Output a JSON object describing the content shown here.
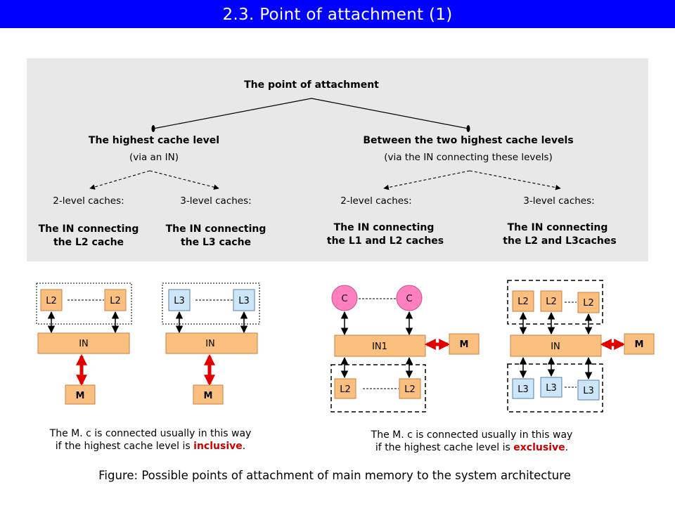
{
  "title": "2.3.  Point of attachment (1)",
  "tree": {
    "root": "The point of attachment",
    "left_heading": "The highest cache level",
    "left_sub": "(via an IN)",
    "right_heading": "Between the two highest cache levels",
    "right_sub": "(via the IN connecting these levels)",
    "leaf1_label": "2-level  caches:",
    "leaf1_line1": "The IN connecting",
    "leaf1_line2": "the L2 cache",
    "leaf2_label": "3-level caches:",
    "leaf2_line1": "The IN connecting",
    "leaf2_line2": "the L3 cache",
    "leaf3_label": "2-level caches:",
    "leaf3_line1": "The IN connecting",
    "leaf3_line2": "the L1 and L2 caches",
    "leaf4_label": "3-level caches:",
    "leaf4_line1": "The IN connecting",
    "leaf4_line2": "the L2 and L3caches"
  },
  "blocks": {
    "l2": "L2",
    "l3": "L3",
    "in": "IN",
    "in1": "IN1",
    "m": "M",
    "c": "C"
  },
  "notes": {
    "left_line1": "The M. c is connected usually in this way",
    "left_line2_pre": "if the highest cache level is ",
    "left_line2_emph": "inclusive",
    "right_line1": "The M. c is connected usually in this way",
    "right_line2_pre": "if the highest cache level is ",
    "right_line2_emph": "exclusive",
    "period": "."
  },
  "caption": "Figure: Possible points of attachment of main memory to the system architecture",
  "colors": {
    "title_bar": "#0000ff",
    "panel": "#e8e8e8",
    "block_fill": "#fbbf80",
    "cpu_fill": "#ff80c0",
    "arrow_red": "#e00000",
    "emphasis": "#cc0000"
  }
}
